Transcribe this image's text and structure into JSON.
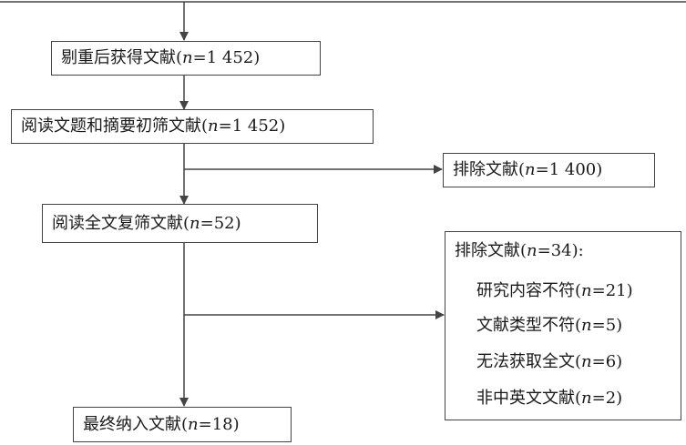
{
  "boxes": {
    "dedup": {
      "prefix": "剔重后获得文献(",
      "n": "n",
      "suffix": "=1 452)"
    },
    "title_screen": {
      "prefix": "阅读文题和摘要初筛文献(",
      "n": "n",
      "suffix": "=1 452)"
    },
    "excluded_1": {
      "prefix": "排除文献(",
      "n": "n",
      "suffix": "=1 400)"
    },
    "fulltext_screen": {
      "prefix": "阅读全文复筛文献(",
      "n": "n",
      "suffix": "=52)"
    },
    "excluded_2": {
      "title_prefix": "排除文献(",
      "title_n": "n",
      "title_suffix": "=34):",
      "items": [
        {
          "prefix": "研究内容不符(",
          "n": "n",
          "suffix": "=21)"
        },
        {
          "prefix": "文献类型不符(",
          "n": "n",
          "suffix": "=5)"
        },
        {
          "prefix": "无法获取全文(",
          "n": "n",
          "suffix": "=6)"
        },
        {
          "prefix": "非中英文文献(",
          "n": "n",
          "suffix": "=2)"
        }
      ]
    },
    "included": {
      "prefix": "最终纳入文献(",
      "n": "n",
      "suffix": "=18)"
    }
  },
  "colors": {
    "line": "#444444",
    "text": "#1a1a1a",
    "background": "#ffffff"
  }
}
